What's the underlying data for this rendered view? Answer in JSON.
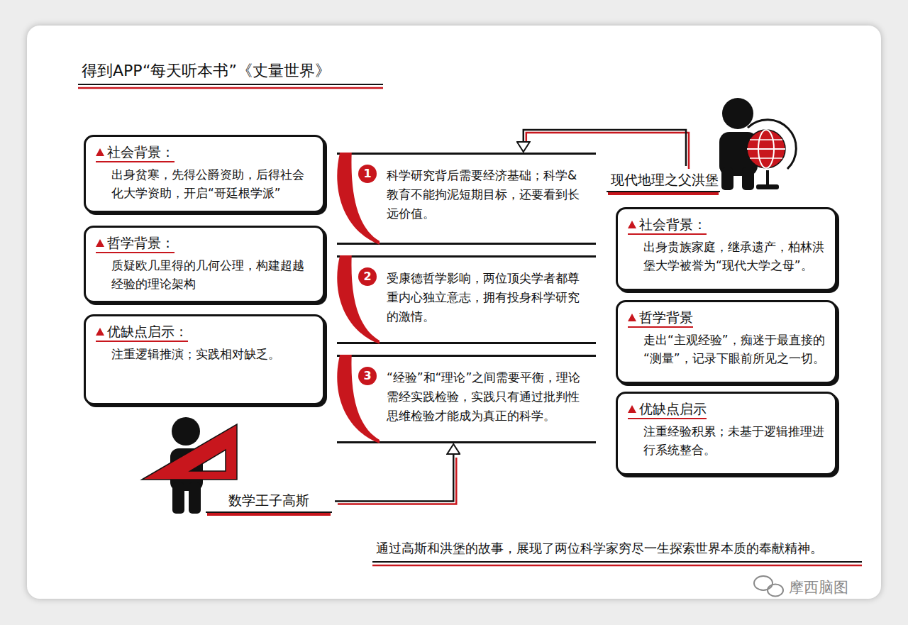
{
  "diagram": {
    "title": "得到APP“每天听本书”《丈量世界》",
    "caption": "通过高斯和洪堡的故事，展现了两位科学家穷尽一生探索世界本质的奉献精神。",
    "nodes": [
      {
        "text": [
          "社会背景：",
          "出身贫寒，先得公爵资助，后得社会化大学资助，开启“哥廷根学派”"
        ]
      },
      {
        "text": [
          "哲学背景：",
          "质疑欧几里得的几何公理，构建超越经验的理论架构"
        ]
      },
      {
        "text": [
          "优缺点启示：",
          "注重逻辑推演；实践相对缺乏。"
        ]
      },
      {
        "text": [
          "数学王子高斯"
        ]
      },
      {
        "text": [
          "1",
          "科学研究背后需要经济基础；科学&教育不能拘泥短期目标，还要看到长远价值。"
        ]
      },
      {
        "text": [
          "2",
          "受康德哲学影响，两位顶尖学者都尊重内心独立意志，拥有投身科学研究的激情。"
        ]
      },
      {
        "text": [
          "3",
          "“经验”和“理论”之间需要平衡，理论需经实践检验，实践只有通过批判性思维检验才能成为真正的科学。"
        ]
      },
      {
        "text": [
          "现代地理之父洪堡"
        ]
      },
      {
        "text": [
          "社会背景：",
          "出身贵族家庭，继承遗产，柏林洪堡大学被誉为“现代大学之母”。"
        ]
      },
      {
        "text": [
          "哲学背景",
          "走出“主观经验”，痴迷于最直接的“测量”，记录下眼前所见之一切。"
        ]
      },
      {
        "text": [
          "优缺点启示",
          "注重经验积累；未基于逻辑推理进行系统整合。"
        ]
      }
    ],
    "edges": [
      {
        "from": 3,
        "to": 6,
        "arrow": "to"
      },
      {
        "from": 7,
        "to": 4,
        "arrow": "to"
      }
    ],
    "labels": [
      "摩西脑图"
    ]
  }
}
